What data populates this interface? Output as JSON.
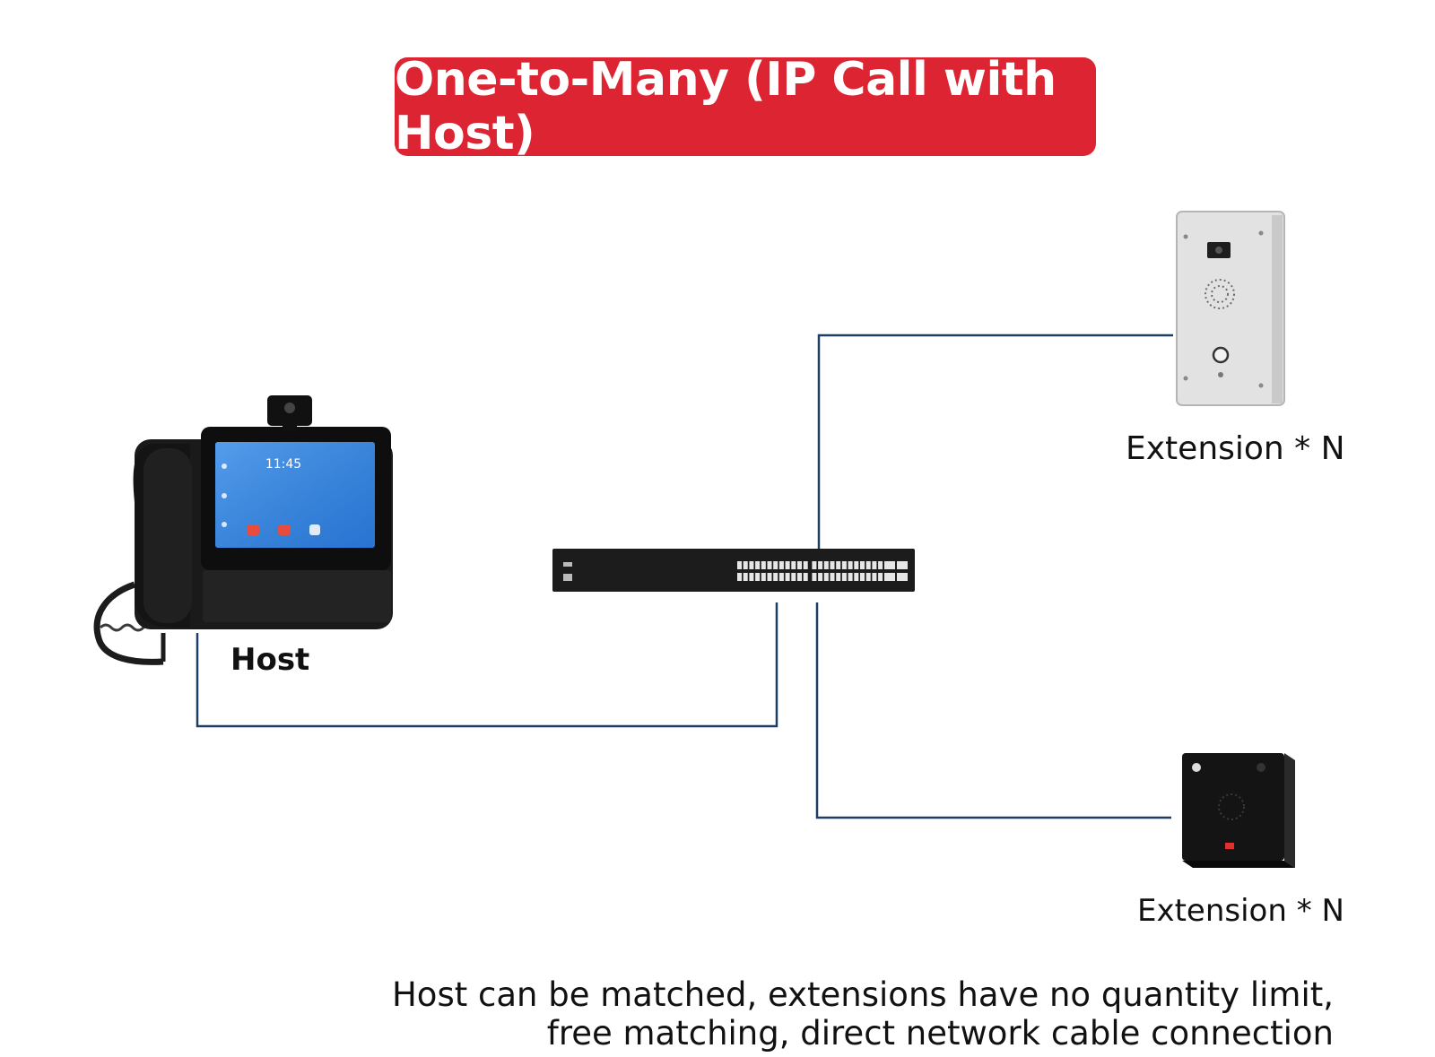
{
  "title": "One-to-Many (IP Call with Host)",
  "labels": {
    "host": "Host",
    "extension_top": "Extension * N",
    "extension_bottom": "Extension * N"
  },
  "host_screen": {
    "time": "11:45"
  },
  "footer": {
    "line1": "Host can be matched, extensions have no quantity  limit,",
    "line2": "free matching, direct network cable connection"
  },
  "colors": {
    "banner": "#dc2433",
    "connection_line": "#1f3e66"
  },
  "icons": {
    "host": "ip-video-phone-icon",
    "switch": "network-switch-icon",
    "extension_top": "intercom-door-panel-icon",
    "extension_bottom": "intercom-wall-box-icon"
  }
}
